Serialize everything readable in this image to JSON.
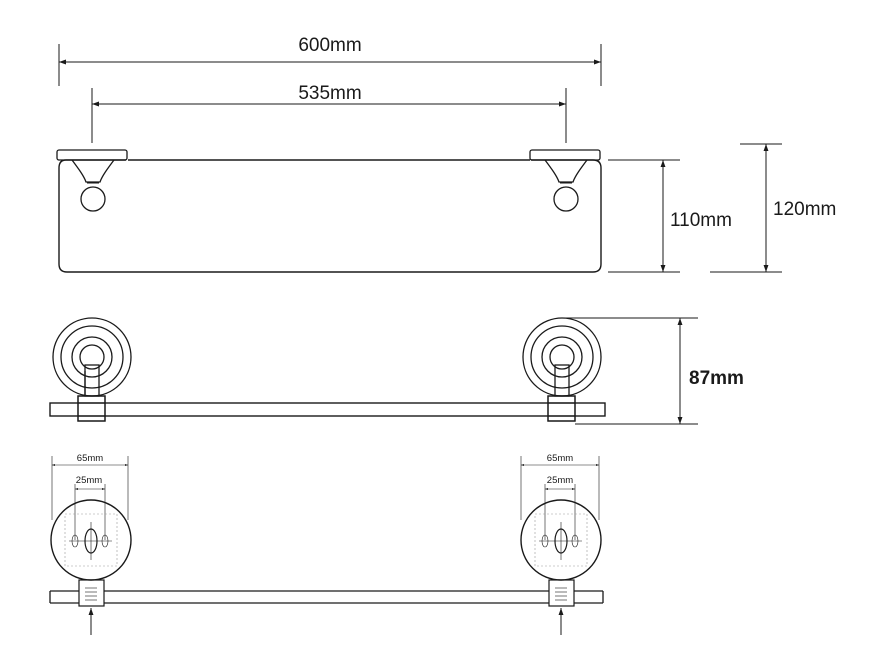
{
  "dimensions": {
    "overall_width": "600mm",
    "fixing_centres": "535mm",
    "shelf_height": "110mm",
    "overall_height": "120mm",
    "projection": "87mm",
    "left_plate_width": "65mm",
    "left_hole_spacing": "25mm",
    "right_plate_width": "65mm",
    "right_hole_spacing": "25mm"
  },
  "colors": {
    "line": "#1a1a1a",
    "background": "#ffffff"
  }
}
